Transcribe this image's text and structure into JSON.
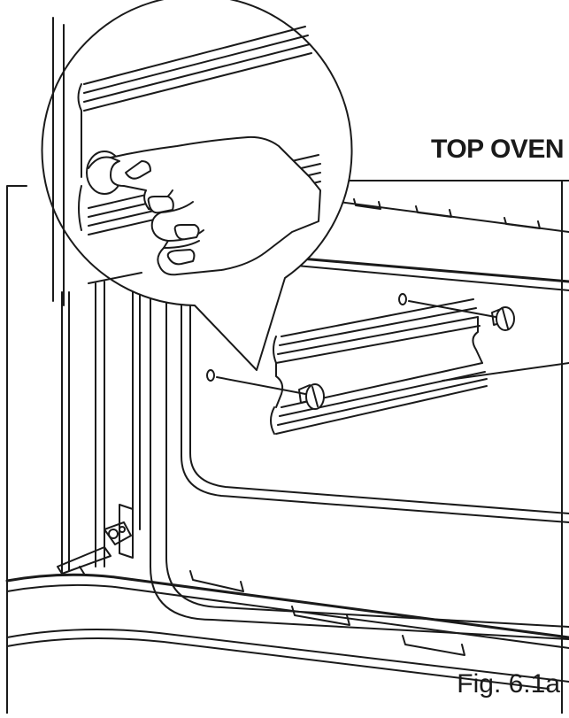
{
  "diagram": {
    "title": "TOP OVEN",
    "figure_label": "Fig. 6.1a",
    "colors": {
      "line": "#1a1a1a",
      "background": "#ffffff"
    },
    "elements": [
      "oven-cavity",
      "shelf-runner",
      "runner-screw",
      "finger-tightening-screw-detail",
      "door-hinge"
    ]
  }
}
